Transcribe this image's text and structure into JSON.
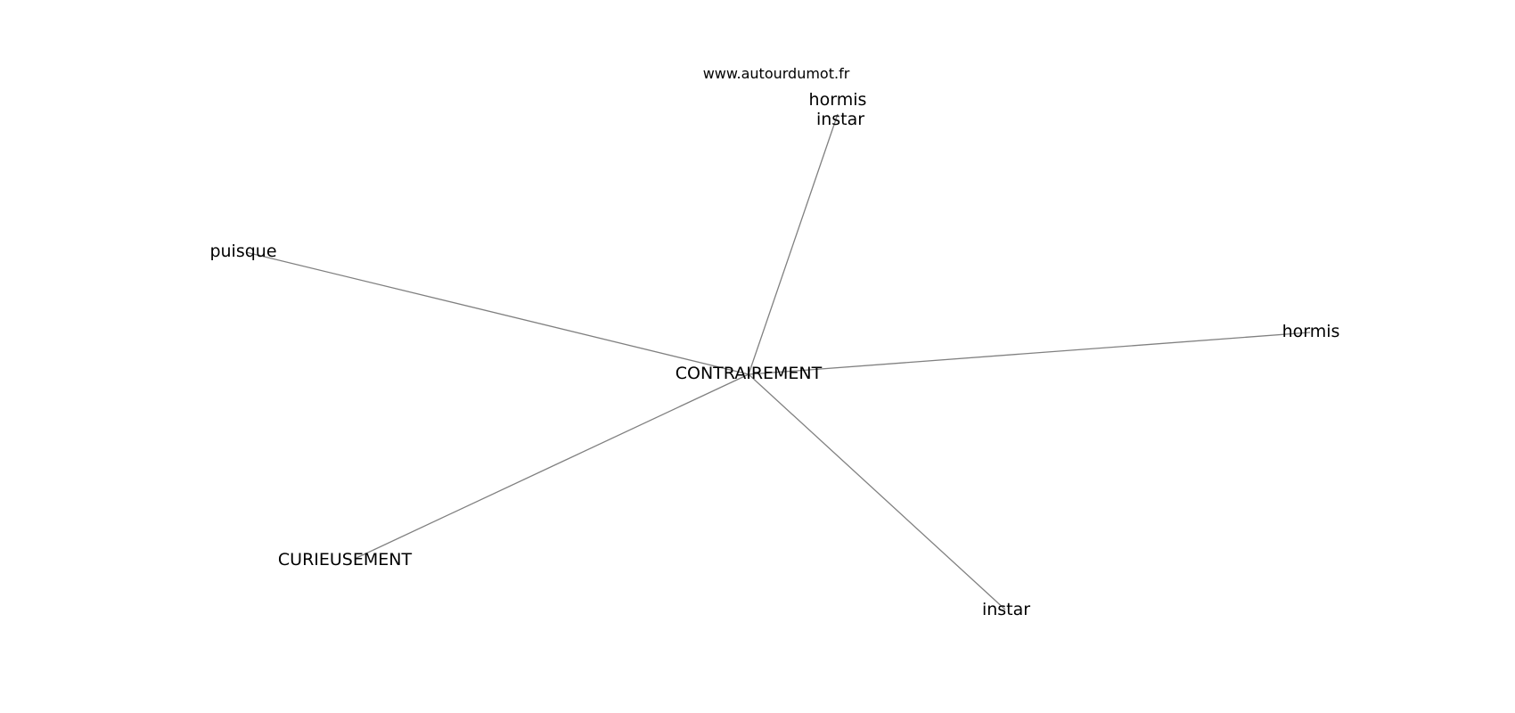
{
  "watermark": "www.autourdumot.fr",
  "center": {
    "id": "center",
    "label": "CONTRAIREMENT"
  },
  "nodes": [
    {
      "id": "hormis-instar",
      "lines": [
        "hormis",
        "instar"
      ]
    },
    {
      "id": "puisque",
      "lines": [
        "puisque"
      ]
    },
    {
      "id": "hormis",
      "lines": [
        "hormis"
      ]
    },
    {
      "id": "curieusement",
      "lines": [
        "CURIEUSEMENT"
      ]
    },
    {
      "id": "instar",
      "lines": [
        "instar"
      ]
    }
  ],
  "edges": [
    {
      "from": "center",
      "to": "hormis-instar"
    },
    {
      "from": "center",
      "to": "puisque"
    },
    {
      "from": "center",
      "to": "hormis"
    },
    {
      "from": "center",
      "to": "curieusement"
    },
    {
      "from": "center",
      "to": "instar"
    }
  ]
}
